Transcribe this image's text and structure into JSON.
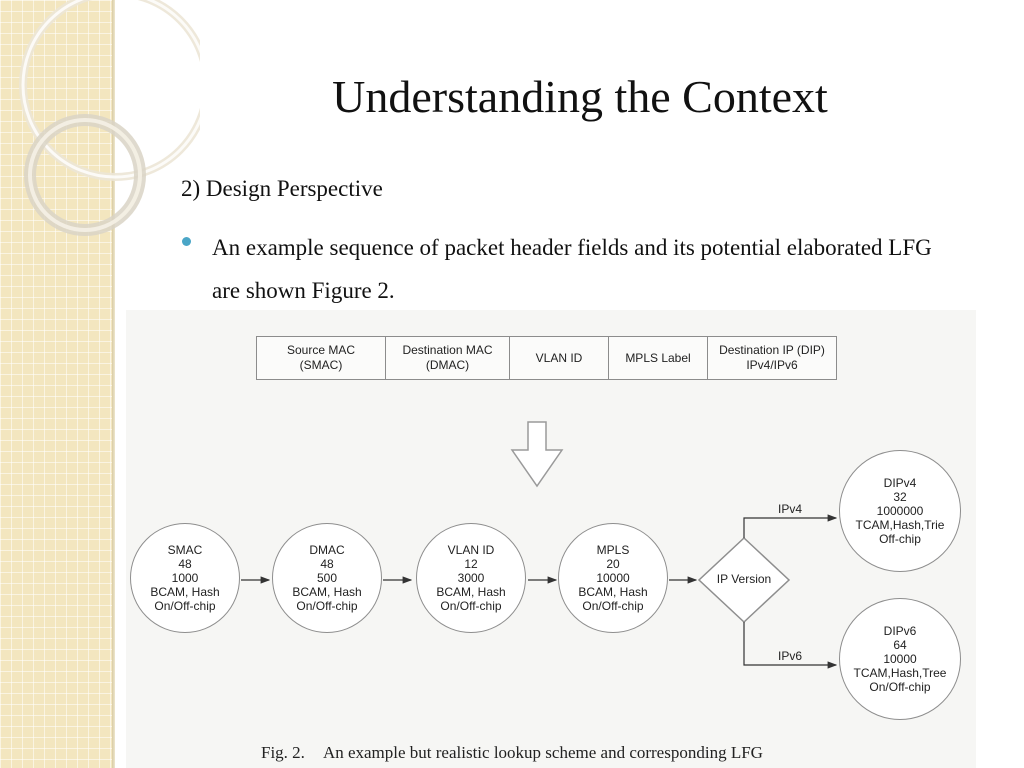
{
  "slide": {
    "title": "Understanding the Context",
    "subheading": "2) Design Perspective",
    "bullet": "An example sequence of packet header fields and its potential elaborated LFG are shown Figure 2."
  },
  "figure": {
    "header_fields": [
      {
        "line1": "Source MAC",
        "line2": "(SMAC)"
      },
      {
        "line1": "Destination MAC",
        "line2": "(DMAC)"
      },
      {
        "line1": "VLAN ID",
        "line2": ""
      },
      {
        "line1": "MPLS Label",
        "line2": ""
      },
      {
        "line1": "Destination IP (DIP)",
        "line2": "IPv4/IPv6"
      }
    ],
    "nodes": [
      {
        "name": "SMAC",
        "width": "48",
        "entries": "1000",
        "algo": "BCAM, Hash",
        "location": "On/Off-chip"
      },
      {
        "name": "DMAC",
        "width": "48",
        "entries": "500",
        "algo": "BCAM, Hash",
        "location": "On/Off-chip"
      },
      {
        "name": "VLAN ID",
        "width": "12",
        "entries": "3000",
        "algo": "BCAM, Hash",
        "location": "On/Off-chip"
      },
      {
        "name": "MPLS",
        "width": "20",
        "entries": "10000",
        "algo": "BCAM, Hash",
        "location": "On/Off-chip"
      },
      {
        "name": "DIPv4",
        "width": "32",
        "entries": "1000000",
        "algo": "TCAM,Hash,Trie",
        "location": "Off-chip"
      },
      {
        "name": "DIPv6",
        "width": "64",
        "entries": "10000",
        "algo": "TCAM,Hash,Tree",
        "location": "On/Off-chip"
      }
    ],
    "decision": "IP Version",
    "branch_top": "IPv4",
    "branch_bottom": "IPv6",
    "caption_num": "Fig. 2.",
    "caption_text": "An example but realistic lookup scheme and corresponding LFG"
  },
  "colors": {
    "side_panel": "#f3e6bf",
    "bullet": "#4aa6c7"
  }
}
